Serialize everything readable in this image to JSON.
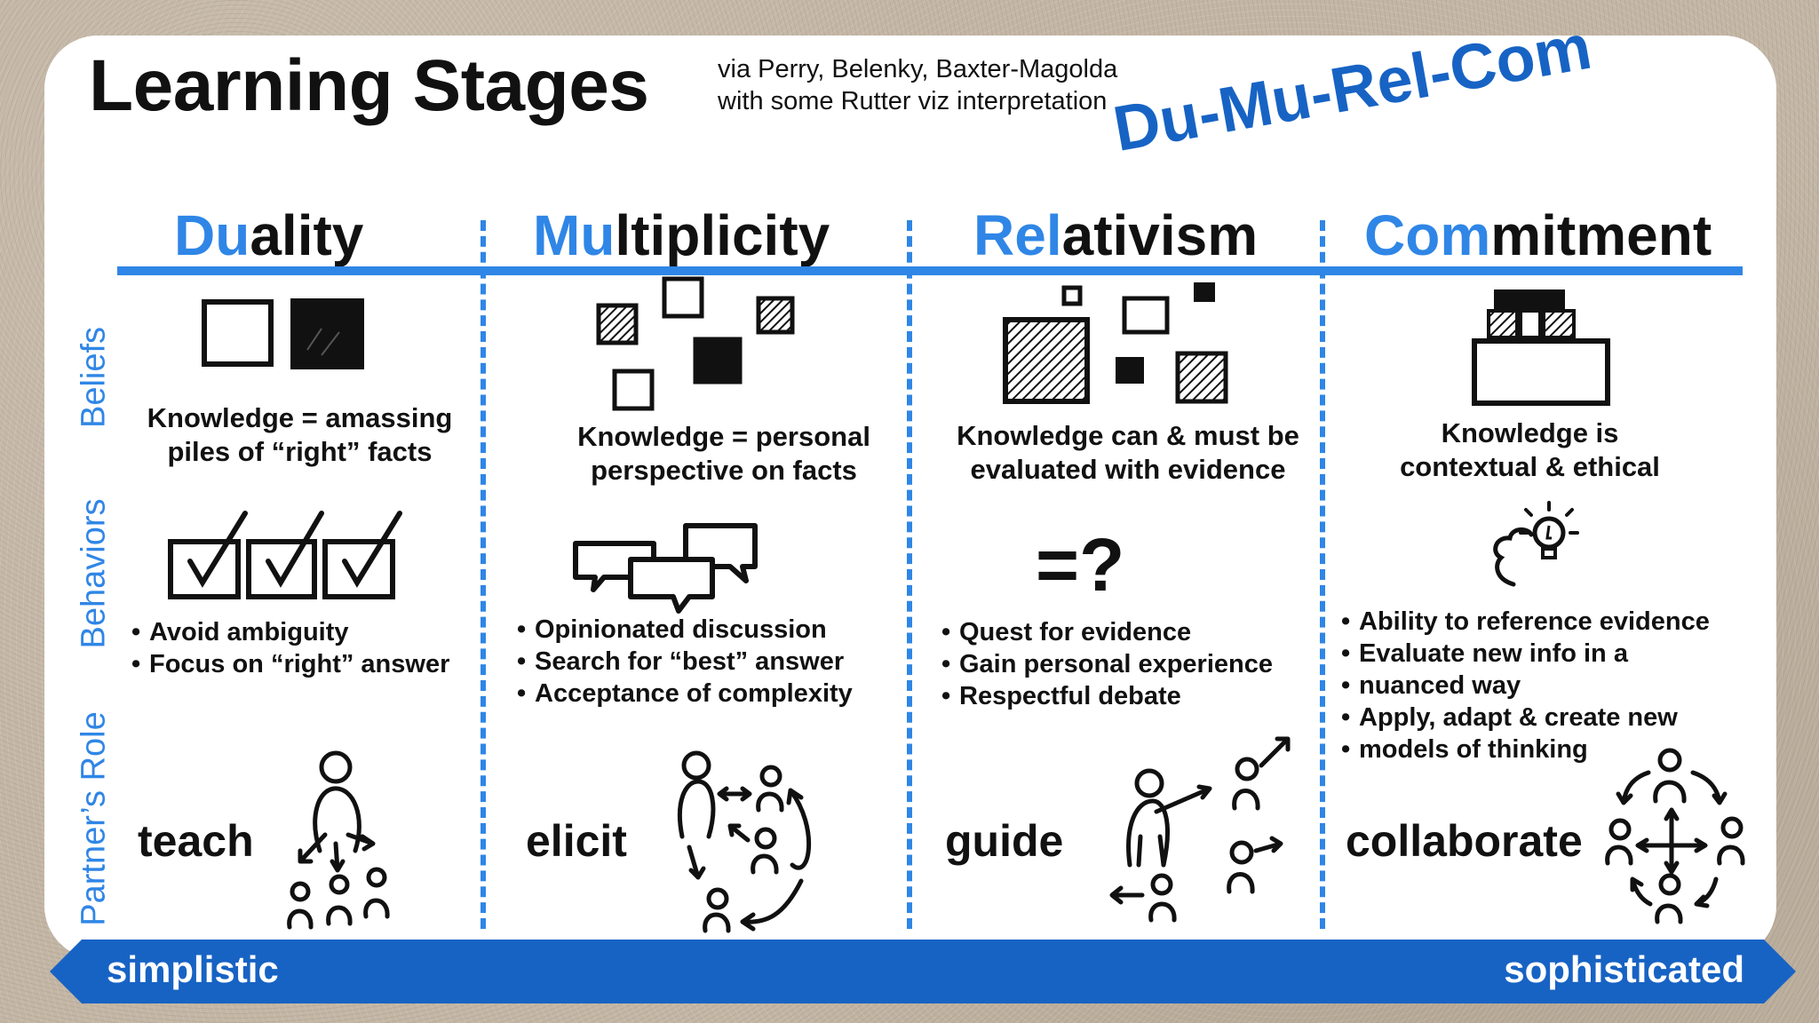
{
  "header": {
    "title": "Learning Stages",
    "source_line_1": "via Perry, Belenky, Baxter-Magolda",
    "source_line_2": "with some Rutter viz interpretation",
    "acronym": "Du-Mu-Rel-Com"
  },
  "columns": [
    {
      "head_highlight": "Du",
      "head_rest": "ality",
      "belief_lines": [
        "Knowledge = amassing",
        "piles of “right” facts"
      ],
      "behaviors": [
        "Avoid ambiguity",
        "Focus on “right” answer"
      ],
      "role": "teach",
      "belief_icon": "black-and-white-squares-icon",
      "behavior_icon": "checkboxes-icon",
      "role_icon": "teacher-to-group-icon"
    },
    {
      "head_highlight": "Mu",
      "head_rest": "ltiplicity",
      "belief_lines": [
        "Knowledge = personal",
        "perspective on facts"
      ],
      "behaviors": [
        "Opinionated discussion",
        "Search for “best” answer",
        "Acceptance of complexity"
      ],
      "role": "elicit",
      "belief_icon": "scattered-squares-icon",
      "behavior_icon": "speech-bubbles-icon",
      "role_icon": "circular-exchange-icon"
    },
    {
      "head_highlight": "Rel",
      "head_rest": "ativism",
      "belief_lines": [
        "Knowledge can & must be",
        "evaluated with evidence"
      ],
      "behaviors": [
        "Quest for evidence",
        "Gain personal experience",
        "Respectful debate"
      ],
      "role": "guide",
      "belief_icon": "varied-squares-icon",
      "behavior_icon": "equals-question-icon",
      "behavior_glyph": "=?",
      "role_icon": "guide-pointing-icon"
    },
    {
      "head_highlight": "Com",
      "head_rest": "mitment",
      "belief_lines": [
        "Knowledge is",
        "contextual & ethical"
      ],
      "behaviors": [
        "Ability to reference evidence",
        "Evaluate new info in a",
        "nuanced way",
        "Apply, adapt & create new",
        "models of thinking"
      ],
      "role": "collaborate",
      "belief_icon": "stacked-platform-icon",
      "behavior_icon": "lightbulb-head-icon",
      "role_icon": "network-collaboration-icon"
    }
  ],
  "row_labels": [
    "Beliefs",
    "Behaviors",
    "Partner’s Role"
  ],
  "scale": {
    "left": "simplistic",
    "right": "sophisticated"
  },
  "colors": {
    "accent": "#2f86e6",
    "acronym": "#1763c4",
    "scale_bar": "#1763c4",
    "text": "#111111"
  }
}
